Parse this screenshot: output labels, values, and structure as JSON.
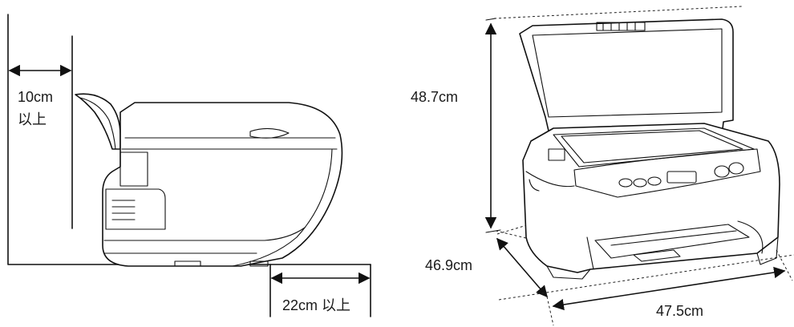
{
  "labels": {
    "side_clearance": "10cm",
    "side_clearance_suffix": "以上",
    "back_clearance": "22cm 以上",
    "height": "48.7cm",
    "depth": "46.9cm",
    "width": "47.5cm"
  }
}
